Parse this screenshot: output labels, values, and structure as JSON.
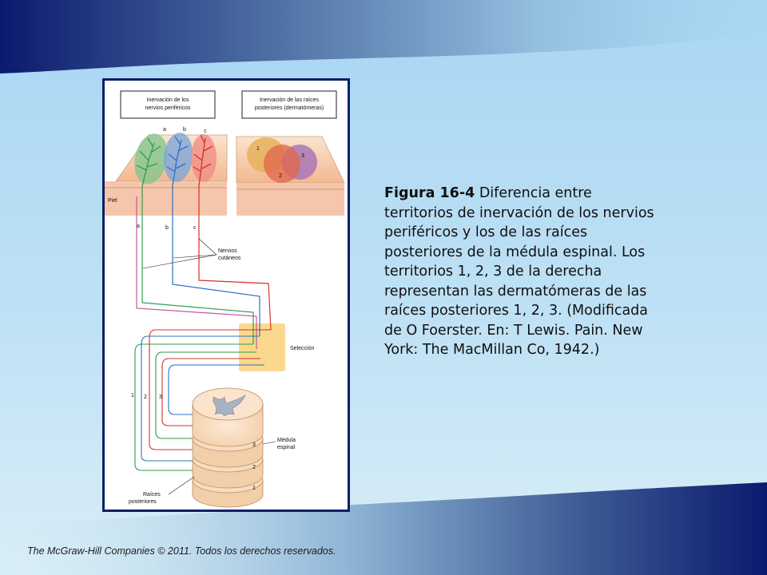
{
  "figure": {
    "box_left_title_line1": "Inervación de los",
    "box_left_title_line2": "nervios periféricos",
    "box_right_title_line1": "Inervación de las raíces",
    "box_right_title_line2": "posteriores (dermatómeras)",
    "nerve_top_a": "a",
    "nerve_top_b": "b",
    "nerve_top_c": "c",
    "nerve_bottom_a": "a",
    "nerve_bottom_b": "b",
    "nerve_bottom_c": "c",
    "skin_label": "Piel",
    "dermatome_1": "1",
    "dermatome_2": "2",
    "dermatome_3": "3",
    "cutaneous_nerves_line1": "Nervios",
    "cutaneous_nerves_line2": "cutáneos",
    "selection_label": "Selección",
    "root_num_1": "1",
    "root_num_2": "2",
    "root_num_3": "3",
    "spinal_cord_line1": "Médula",
    "spinal_cord_line2": "espinal",
    "segment_3": "3",
    "segment_2": "2",
    "segment_1": "1",
    "posterior_roots_line1": "Raíces",
    "posterior_roots_line2": "posteriores"
  },
  "caption": {
    "figure_label": "Figura 16-4",
    "text": " Diferencia entre territorios de inervación de los nervios periféricos y los de las raíces posteriores de la médula espinal. Los territorios 1, 2, 3 de la derecha representan las dermatómeras de las raíces posteriores 1, 2, 3. (Modificada de O Foerster. En: T Lewis. Pain. New York: The MacMillan Co, 1942.)"
  },
  "footer": {
    "copyright": "The McGraw-Hill Companies © 2011. Todos los derechos reservados."
  },
  "colors": {
    "frame_border": "#0d1f66",
    "nerve_a": "#2e9e4a",
    "nerve_b": "#2f6fc4",
    "nerve_c": "#d8302c",
    "skin": "#f6c9a6",
    "selection_box": "#f9d27a"
  }
}
